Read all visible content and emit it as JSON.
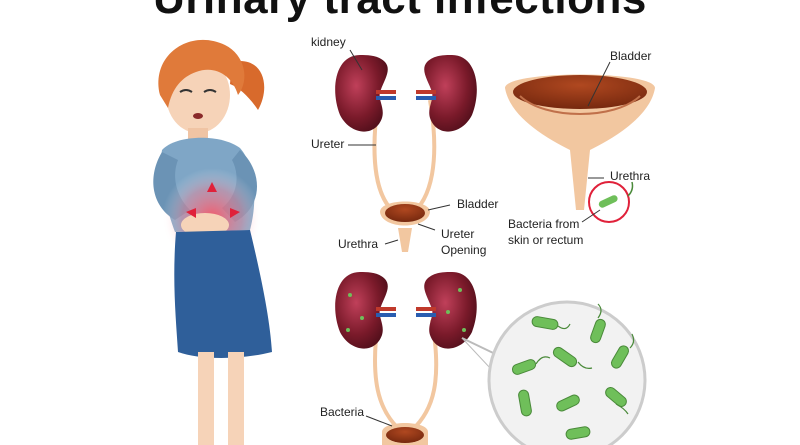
{
  "title": "Urinary tract infections",
  "labels": {
    "kidney": "kidney",
    "ureter": "Ureter",
    "bladder_top": "Bladder",
    "bladder_upper": "Bladder",
    "urethra_upper": "Urethra",
    "urethra_right": "Urethra",
    "ureter_opening_1": "Ureter",
    "ureter_opening_2": "Opening",
    "bacteria_from_1": "Bacteria from",
    "bacteria_from_2": "skin or rectum",
    "bacteria": "Bacteria"
  },
  "colors": {
    "kidney": "#7a1a2a",
    "kidney_highlight": "#c0405a",
    "tube": "#f2c7a0",
    "bladder_fill": "#9c3a1a",
    "bacteria": "#6fbf5a",
    "pain": "#e0213a",
    "hair": "#e07a3a",
    "shirt": "#7fa6c6",
    "skirt": "#2f5f9a",
    "skin": "#f6d3b8"
  }
}
